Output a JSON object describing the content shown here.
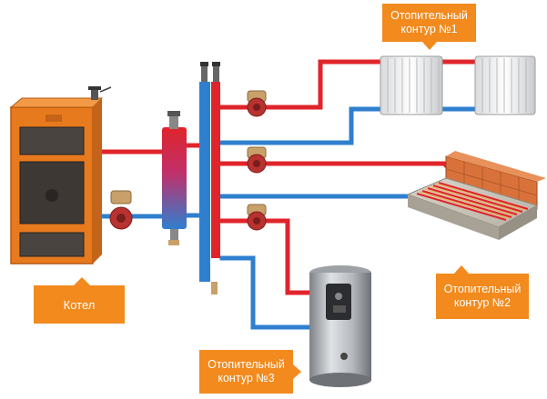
{
  "labels": {
    "boiler": "Котел",
    "contour1_line1": "Отопительный",
    "contour1_line2": "контур №1",
    "contour2_line1": "Отопительный",
    "contour2_line2": "контур №2",
    "contour3_line1": "Отопительный",
    "contour3_line2": "контур №3"
  },
  "colors": {
    "supply_pipe": "#e0242b",
    "return_pipe": "#2f7fcf",
    "label_bg": "#f28a1e",
    "boiler_body": "#e87a1e",
    "pump": "#c9a06a"
  }
}
